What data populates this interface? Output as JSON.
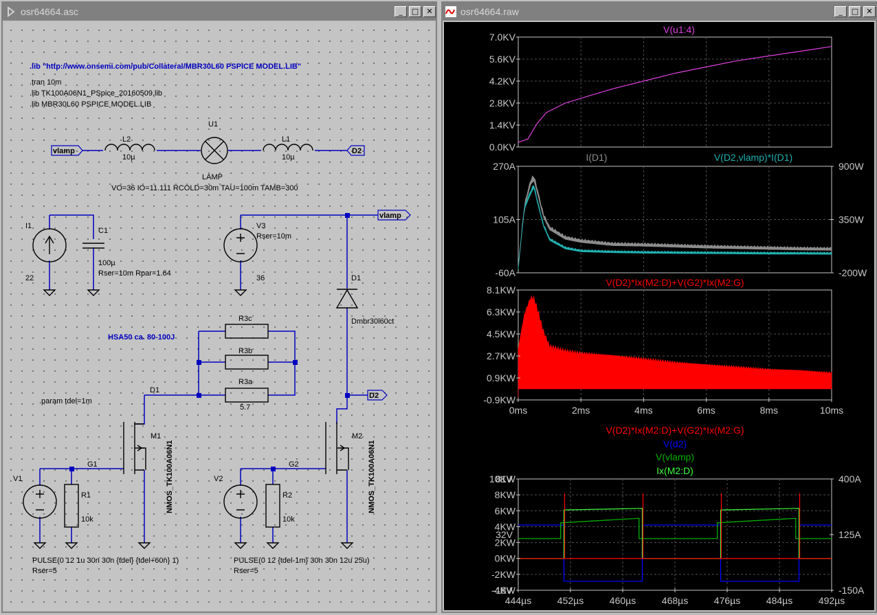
{
  "schematic_window": {
    "title": "osr64664.asc",
    "buttons": {
      "minimize": "_",
      "maximize": "□",
      "close": "✕"
    },
    "directives": {
      "lib_url": ".lib \"http://www.onsemi.com/pub/Collateral/MBR30L60 PSPICE MODEL.LIB\"",
      "tran": ".tran 10m",
      "lib_tk": ".lib TK100A06N1_PSpice_20160509.lib",
      "lib_mbr": ".lib MBR30L60 PSPICE MODEL.LIB",
      "param": ".param tdel=1m"
    },
    "comment": "HSA50 ca. 80-100J",
    "labels": {
      "vlamp_left": "vlamp",
      "d2_right": "D2",
      "vlamp_net": "vlamp",
      "d2_net": "D2",
      "l2": "L2",
      "l2_val": "10µ",
      "l1": "L1",
      "l1_val": "10µ",
      "u1": "U1",
      "lamp": "LAMP",
      "lamp_params": "VO=36 IO=11.111 RCOLD=30m TAU=100m TAMB=300",
      "i1": "I1",
      "i1_val": "22",
      "c1": "C1",
      "c1_val": "100µ",
      "c1_params": "Rser=10m Rpar=1.64",
      "v3": "V3",
      "v3_rser": "Rser=10m",
      "v3_val": "36",
      "d1": "D1",
      "d1_model": "Dmbr30l60ct",
      "r3c": "R3c",
      "r3b": "R3b",
      "r3a": "R3a",
      "r3a_val": "5.7",
      "d1_net": "D1",
      "m1": "M1",
      "m1_model": "NMOS_TK100A06N1",
      "m2": "M2",
      "m2_model": "NMOS_TK100A06N1",
      "g1": "G1",
      "g2": "G2",
      "v1": "V1",
      "v2": "V2",
      "r1": "R1",
      "r1_val": "10k",
      "r2": "R2",
      "r2_val": "10k",
      "v1_pulse": "PULSE(0 12 1u 30n 30n {tdel} {tdel+60n} 1)",
      "v1_rser": "Rser=5",
      "v2_pulse": "PULSE(0 12 {tdel-1m} 30n 30n 12u 25u)",
      "v2_rser": "Rser=5"
    },
    "colors": {
      "wire": "#0000c0",
      "directive": "#000000",
      "comment": "#0000c0",
      "component": "#000000"
    }
  },
  "waveform_window": {
    "title": "osr64664.raw",
    "buttons": {
      "minimize": "_",
      "maximize": "□",
      "close": "✕"
    },
    "colors": {
      "magenta": "#e040e0",
      "gray": "#8c8c8c",
      "cyan": "#20b0b0",
      "red": "#ff0000",
      "blue": "#0000ff",
      "green": "#00b000",
      "lime": "#40ff40",
      "yellow": "#e0e000",
      "axis": "#c8c8c8",
      "grid": "#505050"
    }
  },
  "chart_data": [
    {
      "type": "line",
      "title": "V(u1:4)",
      "series": [
        {
          "name": "V(u1:4)",
          "x": [
            0,
            0.3,
            0.6,
            0.9,
            1.5,
            2,
            3,
            4,
            5,
            6,
            7,
            8,
            9,
            10
          ],
          "values": [
            0.3,
            0.5,
            1.5,
            2.2,
            2.8,
            3.1,
            3.7,
            4.2,
            4.7,
            5.1,
            5.5,
            5.8,
            6.1,
            6.4
          ]
        }
      ],
      "yticks": [
        "0.0KV",
        "1.4KV",
        "2.8KV",
        "4.2KV",
        "5.6KV",
        "7.0KV"
      ],
      "ylim": [
        0,
        7.0
      ],
      "xlim": [
        0,
        10
      ],
      "grid": true
    },
    {
      "type": "area",
      "series": [
        {
          "name": "I(D1)",
          "axis": "left",
          "x": [
            0,
            0.2,
            0.4,
            0.5,
            0.6,
            0.8,
            1,
            1.5,
            2,
            3,
            4,
            5,
            6,
            7,
            8,
            9,
            10
          ],
          "values": [
            -40,
            150,
            225,
            235,
            200,
            120,
            80,
            50,
            40,
            30,
            28,
            25,
            22,
            20,
            18,
            16,
            15
          ]
        },
        {
          "name": "V(D2,vlamp)*I(D1)",
          "axis": "right",
          "x": [
            0,
            0.2,
            0.4,
            0.5,
            0.6,
            0.8,
            1,
            1.5,
            2,
            3,
            4,
            5,
            6,
            7,
            8,
            9,
            10
          ],
          "values": [
            -150,
            480,
            640,
            700,
            560,
            300,
            150,
            60,
            30,
            20,
            15,
            12,
            10,
            8,
            5,
            5,
            3
          ]
        }
      ],
      "yticks_left": [
        "-60A",
        "105A",
        "270A"
      ],
      "yticks_right": [
        "-200W",
        "350W",
        "900W"
      ],
      "ylim_left": [
        -60,
        270
      ],
      "ylim_right": [
        -200,
        900
      ],
      "xlim": [
        0,
        10
      ],
      "grid": true
    },
    {
      "type": "area",
      "title": "V(D2)*Ix(M2:D)+V(G2)*Ix(M2:G)",
      "series": [
        {
          "name": "V(D2)*Ix(M2:D)+V(G2)*Ix(M2:G)",
          "x": [
            0,
            0.2,
            0.4,
            0.5,
            0.6,
            0.8,
            1,
            1.5,
            2,
            3,
            4,
            5,
            6,
            7,
            8,
            9,
            10
          ],
          "values": [
            3.5,
            6.5,
            7.9,
            7.8,
            7.0,
            5.0,
            3.7,
            3.3,
            3.1,
            2.9,
            2.6,
            2.3,
            2.1,
            1.9,
            1.7,
            1.6,
            1.4
          ]
        }
      ],
      "yticks": [
        "-0.9KW",
        "0.9KW",
        "2.7KW",
        "4.5KW",
        "6.3KW",
        "8.1KW"
      ],
      "ylim": [
        -0.9,
        8.1
      ],
      "x_ticks": [
        "0ms",
        "2ms",
        "4ms",
        "6ms",
        "8ms",
        "10ms"
      ],
      "xlim": [
        0,
        10
      ],
      "grid": true
    },
    {
      "type": "line",
      "series": [
        {
          "name": "V(D2)*Ix(M2:D)+V(G2)*Ix(M2:G)",
          "axis": "kw",
          "color": "red"
        },
        {
          "name": "V(d2)",
          "axis": "v",
          "color": "blue",
          "levels": {
            "off": 40,
            "on": -10
          }
        },
        {
          "name": "V(vlamp)",
          "axis": "v",
          "color": "green",
          "levels": {
            "off": 28,
            "on_start": 42,
            "on_end": 46
          }
        },
        {
          "name": "Ix(M2:D)",
          "axis": "a",
          "color": "lime"
        }
      ],
      "pulses": [
        [
          451,
          463
        ],
        [
          475,
          487
        ]
      ],
      "yticks_kw": [
        "-4KW",
        "-2KW",
        "0KW",
        "2KW",
        "4KW",
        "6KW",
        "8KW",
        "10KW"
      ],
      "ylim_kw": [
        -4,
        10
      ],
      "yticks_v": [
        "-18V",
        "32V",
        "81V"
      ],
      "ylim_v": [
        -18,
        81
      ],
      "yticks_a": [
        "-150A",
        "125A",
        "400A"
      ],
      "ylim_a": [
        -150,
        400
      ],
      "x_ticks": [
        "444µs",
        "452µs",
        "460µs",
        "468µs",
        "476µs",
        "484µs",
        "492µs"
      ],
      "xlim": [
        444,
        492
      ],
      "grid": true
    }
  ]
}
